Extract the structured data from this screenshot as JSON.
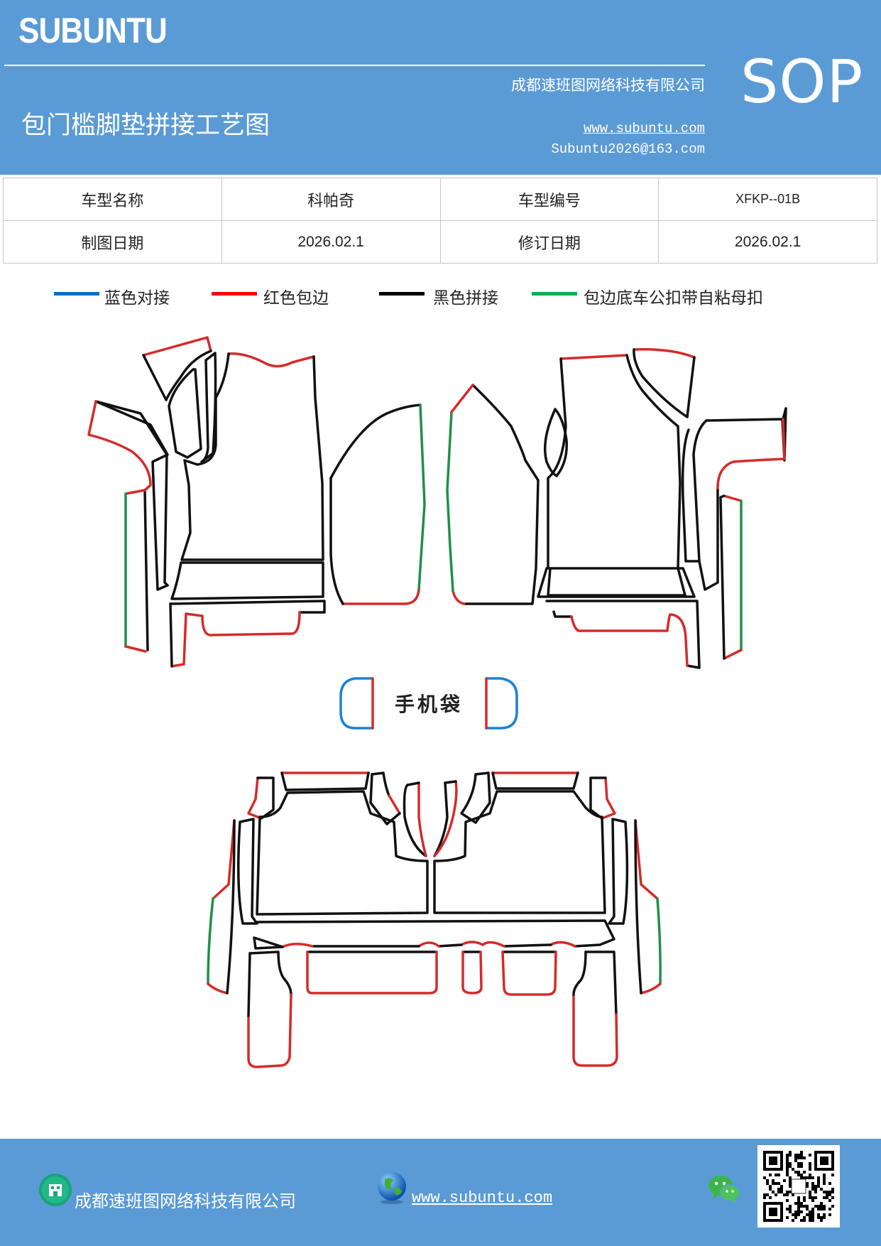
{
  "header": {
    "brand": "SUBUNTU",
    "company": "成都速班图网络科技有限公司",
    "title": "包门槛脚垫拼接工艺图",
    "website": "www.subuntu.com",
    "email": "Subuntu2026@163.com",
    "badge": "SOP"
  },
  "info_table": {
    "model_name_label": "车型名称",
    "model_name_value": "科帕奇",
    "model_code_label": "车型编号",
    "model_code_value": "XFKP--01B",
    "draw_date_label": "制图日期",
    "draw_date_value": "2026.02.1",
    "revise_date_label": "修订日期",
    "revise_date_value": "2026.02.1"
  },
  "legend": [
    {
      "label": "蓝色对接",
      "color": "#0070c0"
    },
    {
      "label": "红色包边",
      "color": "#ff0000"
    },
    {
      "label": "黑色拼接",
      "color": "#000000"
    },
    {
      "label": "包边底车公扣带自粘母扣",
      "color": "#00b050"
    }
  ],
  "diagram": {
    "phone_bag_label": "手机袋",
    "colors": {
      "outline": "#111111",
      "edge": "#d52b2b",
      "velcro": "#1f8f4a",
      "joint": "#1a82d4"
    }
  },
  "footer": {
    "company": "成都速班图网络科技有限公司",
    "website": "www.subuntu.com"
  }
}
